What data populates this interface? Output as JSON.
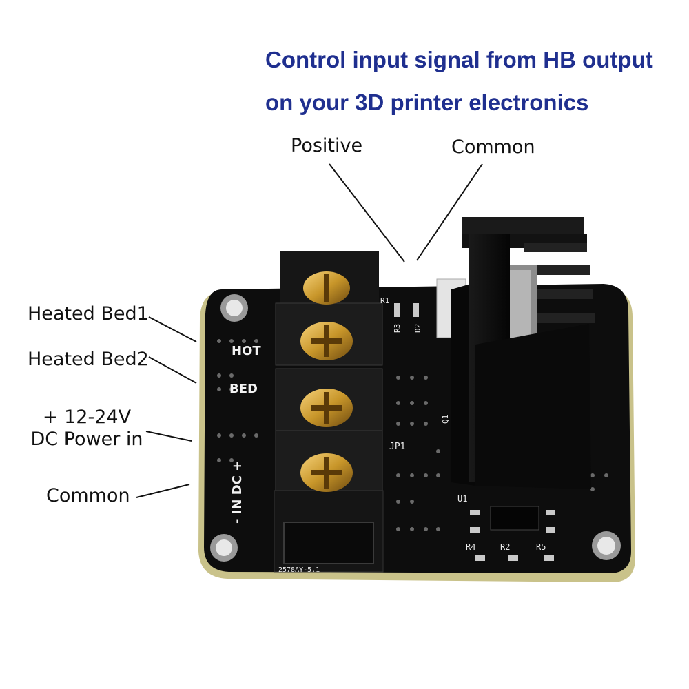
{
  "title": {
    "line1": "Control input signal from HB output",
    "line2": "on your 3D printer electronics"
  },
  "callouts": {
    "positive": "Positive",
    "common_top": "Common",
    "heated_bed1": "Heated Bed1",
    "heated_bed2": "Heated Bed2",
    "power_line1": "+ 12-24V",
    "power_line2": "DC Power in",
    "common_bottom": "Common"
  },
  "board_markings": {
    "hot": "HOT",
    "bed": "BED",
    "dc_in": "- IN DC +",
    "r1": "R1",
    "r3": "R3",
    "d2": "D2",
    "jp1": "JP1",
    "q1": "Q1",
    "u1": "U1",
    "r4": "R4",
    "r2": "R2",
    "r5": "R5",
    "part_code": "2578AY-5.1"
  },
  "colors": {
    "title": "#1f2f8f",
    "board": "#0d0d0d",
    "heatsink": "#111111",
    "terminal_screw": "#c8962a",
    "pcb_edge": "#c9c28a"
  }
}
